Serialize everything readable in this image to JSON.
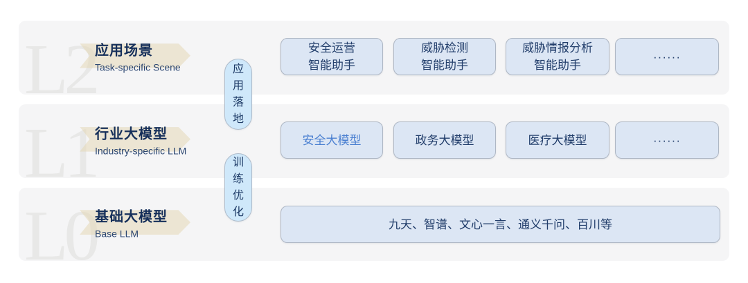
{
  "diagram": {
    "type": "layered-architecture",
    "colors": {
      "panel_bg": "#f5f5f6",
      "chip_bg": "#dce6f4",
      "chip_border": "#aeb7c4",
      "pill_bg": "#cfe8fa",
      "navy_text": "#223e6b",
      "title_text": "#152f5a",
      "highlight_blue": "#4b80d1",
      "watermark_gray": "#e8e8e7",
      "ribbon_beige": "#e3d7b6"
    },
    "layers": [
      {
        "watermark": "L2",
        "title": "应用场景",
        "subtitle": "Task-specific Scene",
        "chips": [
          {
            "label": "安全运营\n智能助手"
          },
          {
            "label": "威胁检测\n智能助手"
          },
          {
            "label": "威胁情报分析\n智能助手"
          },
          {
            "label": "······"
          }
        ]
      },
      {
        "watermark": "L1",
        "title": "行业大模型",
        "subtitle": "Industry-specific LLM",
        "chips": [
          {
            "label": "安全大模型",
            "highlight": true
          },
          {
            "label": "政务大模型"
          },
          {
            "label": "医疗大模型"
          },
          {
            "label": "······"
          }
        ]
      },
      {
        "watermark": "L0",
        "title": "基础大模型",
        "subtitle": "Base LLM",
        "chips": [
          {
            "label": "九天、智谱、文心一言、通义千问、百川等"
          }
        ]
      }
    ],
    "connectors": [
      {
        "label": "应用落地"
      },
      {
        "label": "训练优化"
      }
    ]
  }
}
